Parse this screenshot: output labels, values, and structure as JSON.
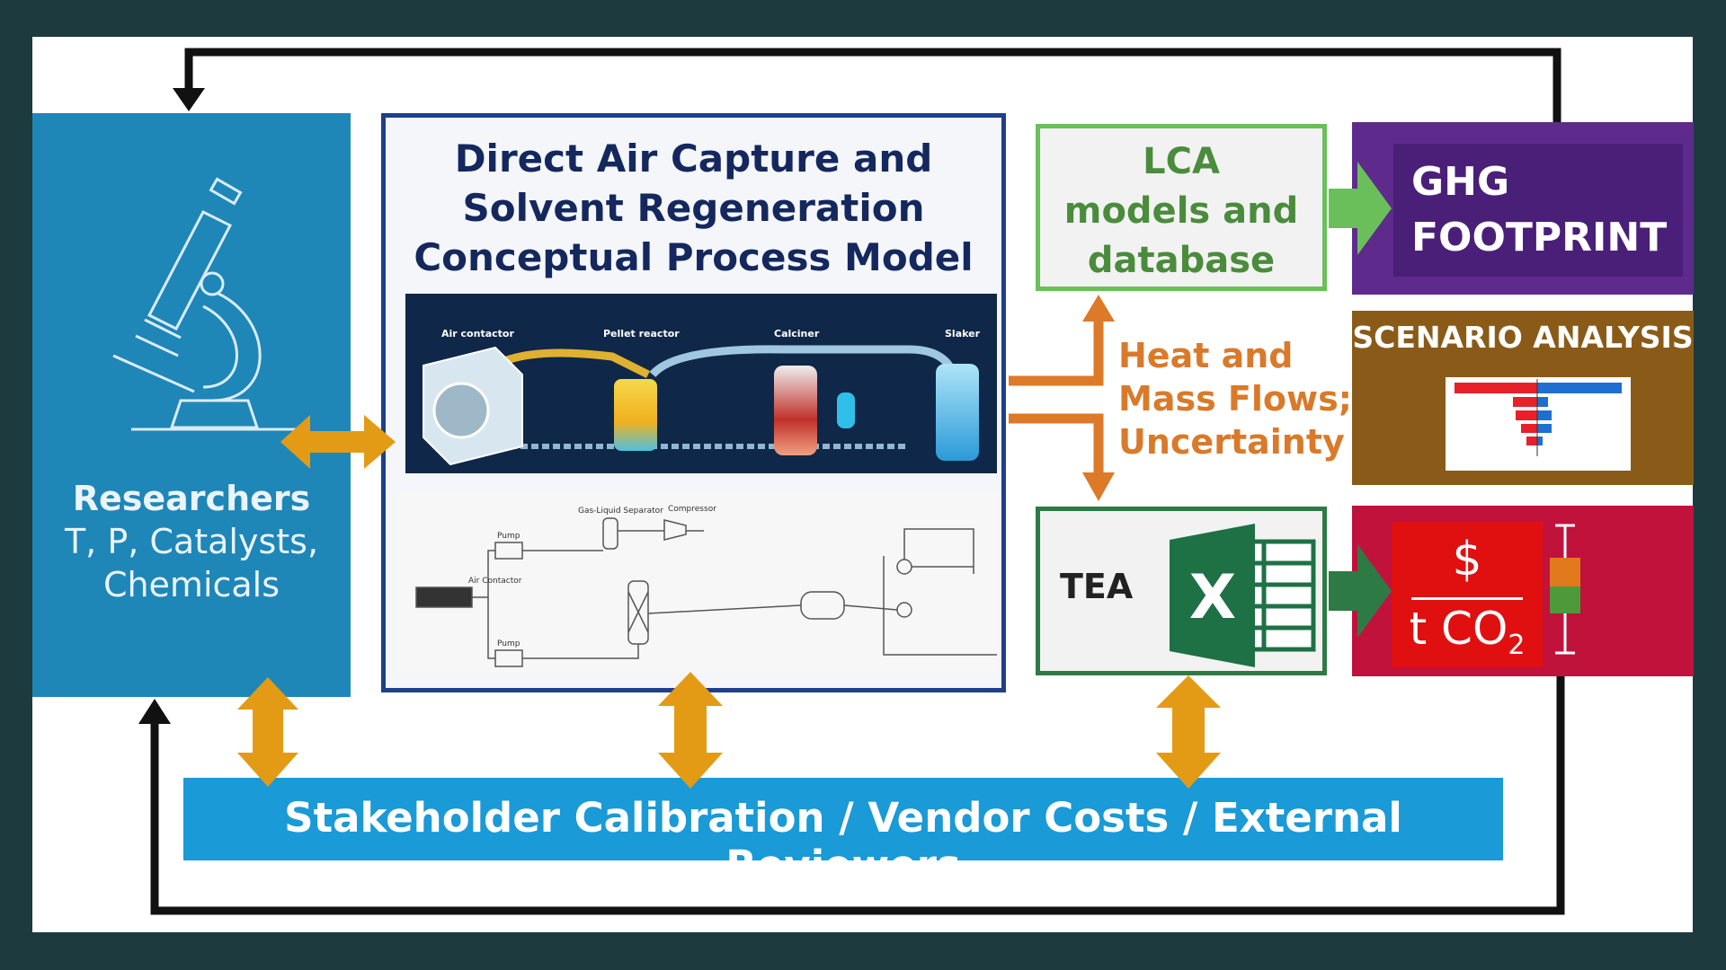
{
  "researchers": {
    "title": "Researchers",
    "line1": "T, P, Catalysts,",
    "line2": "Chemicals"
  },
  "process": {
    "title_line1": "Direct Air Capture and",
    "title_line2": "Solvent Regeneration",
    "title_line3": "Conceptual  Process Model",
    "image_labels": [
      "Air contactor",
      "Pellet reactor",
      "Calciner",
      "Slaker"
    ],
    "pfd_labels": [
      "Gas-Liquid Separator",
      "Compressor",
      "Pump",
      "Air Contactor",
      "Pump"
    ]
  },
  "lca": {
    "line1": "LCA",
    "line2": "models and",
    "line3": "database"
  },
  "ghg": {
    "line1": "GHG",
    "line2": "FOOTPRINT"
  },
  "scenario": {
    "title": "SCENARIO ANALYSIS"
  },
  "flows": {
    "line1": "Heat and",
    "line2": "Mass Flows;",
    "line3": "Uncertainty"
  },
  "tea": {
    "label": "TEA",
    "excel_letter": "X"
  },
  "cost": {
    "numerator": "$",
    "denominator": "t CO",
    "subscript": "2"
  },
  "stakeholder": {
    "label": "Stakeholder Calibration  /  Vendor Costs  /  External Reviewers"
  },
  "colors": {
    "background": "#1d3b3e",
    "researchers": "#1f86b8",
    "process_border": "#1f3f8a",
    "lca_border": "#6abf5b",
    "ghg": "#5e2a8c",
    "scenario": "#8a5b18",
    "tea_border": "#2e7a45",
    "cost": "#c1123c",
    "stakeholder": "#1a9ad6",
    "arrow_gold": "#e39b16",
    "arrow_orange": "#dc7a2a"
  }
}
